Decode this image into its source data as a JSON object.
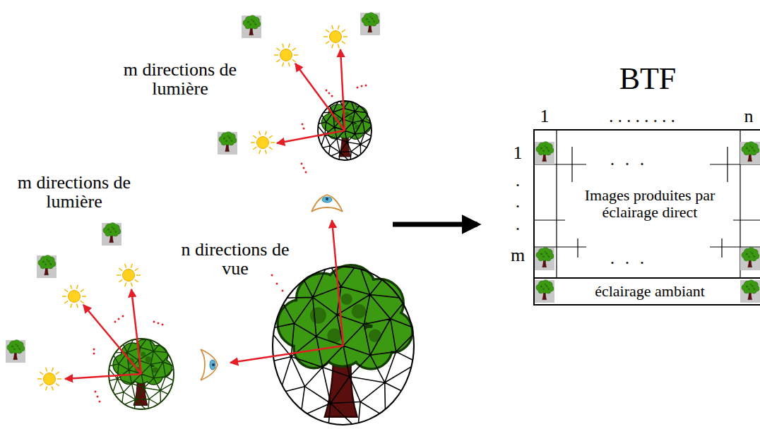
{
  "diagram": {
    "title": "BTF",
    "nodes": [
      {
        "text": [
          "Images produites par éclairage direct"
        ]
      },
      {
        "text": [
          "éclairage ambiant"
        ]
      }
    ],
    "labels": [
      "m directions de lumière",
      "m directions de lumière",
      "n directions de vue",
      "1",
      "........",
      "n",
      "1",
      ".",
      ".",
      ".",
      "m",
      ". . .",
      ". . ."
    ]
  }
}
